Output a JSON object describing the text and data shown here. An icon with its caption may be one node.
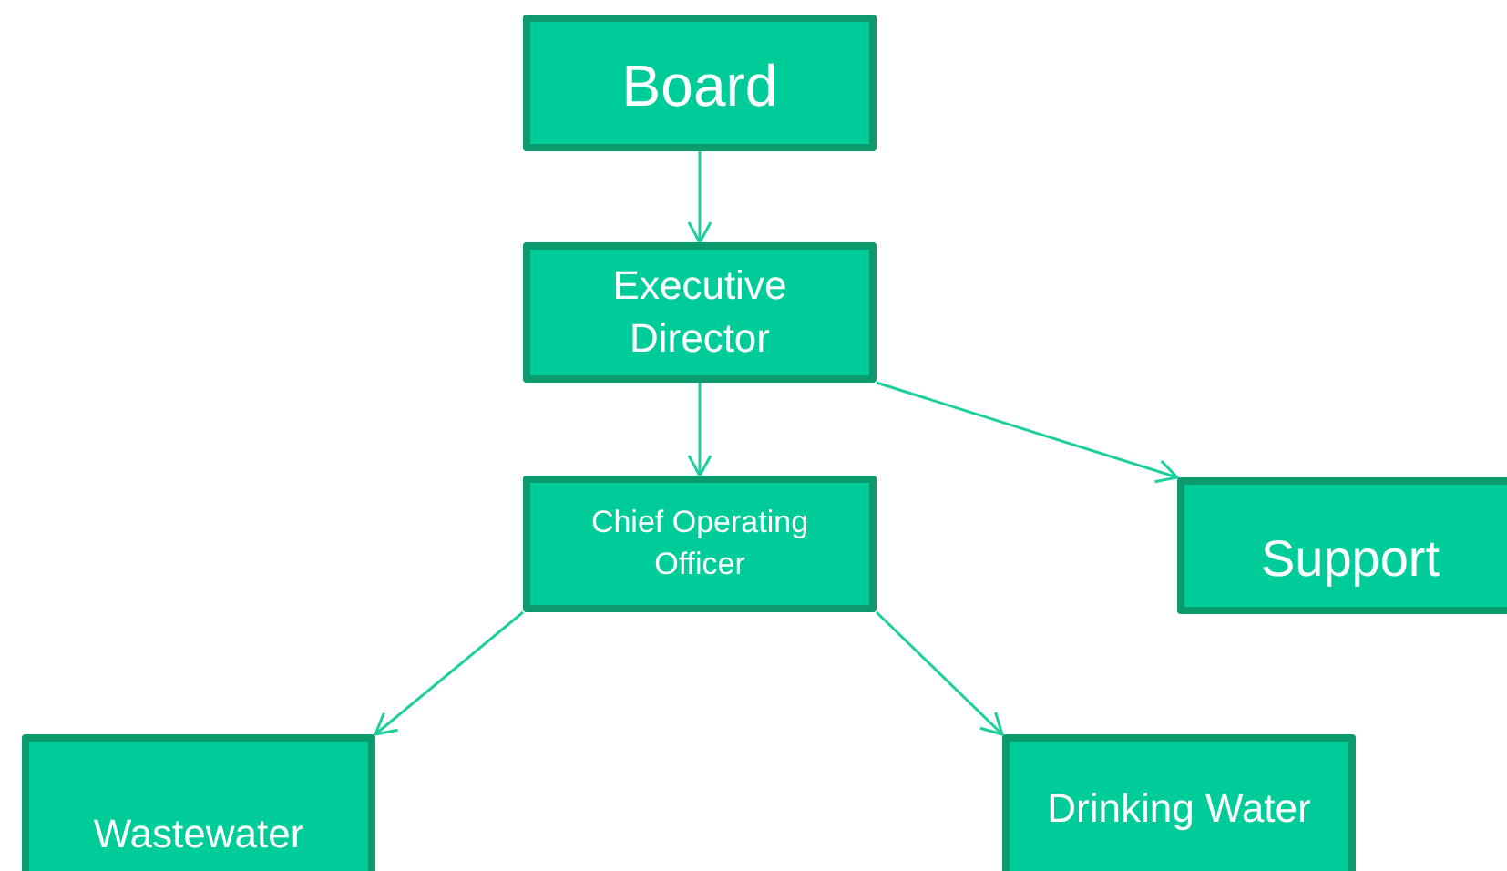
{
  "diagram": {
    "nodes": [
      {
        "text": [
          "Board"
        ]
      },
      {
        "text": [
          "Executive Director"
        ]
      },
      {
        "text": [
          "Chief Operating Officer"
        ]
      },
      {
        "text": [
          "Support"
        ]
      },
      {
        "text": [
          "Wastewater"
        ]
      },
      {
        "text": [
          "Drinking Water"
        ]
      }
    ],
    "edges": [
      {
        "from": 0,
        "to": 1,
        "arrow": "to"
      },
      {
        "from": 1,
        "to": 2,
        "arrow": "to"
      },
      {
        "from": 1,
        "to": 3,
        "arrow": "to"
      },
      {
        "from": 2,
        "to": 4,
        "arrow": "to"
      },
      {
        "from": 2,
        "to": 5,
        "arrow": "to"
      }
    ]
  }
}
